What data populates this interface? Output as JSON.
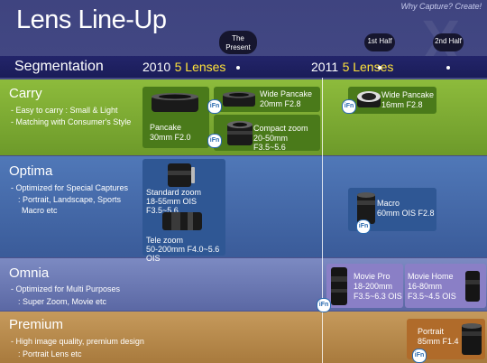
{
  "header": {
    "title": "Lens Line-Up",
    "tagline": "Why Capture? Create!"
  },
  "segmentation": {
    "label": "Segmentation",
    "year_2010": "2010",
    "lenses_2010": "5 Lenses",
    "year_2011": "2011",
    "lenses_2011": "5 Lenses"
  },
  "timeline_markers": {
    "present_line1": "The",
    "present_line2": "Present",
    "first_half": "1st Half",
    "second_half": "2nd Half"
  },
  "categories": {
    "carry": {
      "title": "Carry",
      "lines": [
        "- Easy to carry : Small & Light",
        "- Matching with Consumer's Style"
      ]
    },
    "optima": {
      "title": "Optima",
      "lines": [
        "- Optimized for Special Captures",
        ": Portrait, Landscape, Sports",
        "Macro etc"
      ]
    },
    "omnia": {
      "title": "Omnia",
      "lines": [
        "- Optimized for Multi Purposes",
        ": Super Zoom, Movie etc"
      ]
    },
    "premium": {
      "title": "Premium",
      "lines": [
        "- High image quality, premium design",
        ": Portrait Lens etc"
      ]
    }
  },
  "lenses": {
    "pancake": {
      "name": "Pancake",
      "spec": "30mm F2.0"
    },
    "wide_pancake_20": {
      "name": "Wide Pancake",
      "spec": "20mm F2.8"
    },
    "compact_zoom": {
      "name": "Compact zoom",
      "spec": "20-50mm F3.5~5.6"
    },
    "wide_pancake_16": {
      "name": "Wide Pancake",
      "spec": "16mm F2.8"
    },
    "standard_zoom": {
      "name": "Standard zoom",
      "spec": "18-55mm OIS F3.5~5.6"
    },
    "tele_zoom": {
      "name": "Tele zoom",
      "spec": "50-200mm F4.0~5.6 OIS"
    },
    "macro": {
      "name": "Macro",
      "spec": "60mm OIS F2.8"
    },
    "movie_pro": {
      "name": "Movie Pro",
      "spec1": "18-200mm",
      "spec2": "F3.5~6.3 OIS"
    },
    "movie_home": {
      "name": "Movie Home",
      "spec1": "16-80mm",
      "spec2": "F3.5~4.5 OIS"
    },
    "portrait": {
      "name": "Portrait",
      "spec": "85mm F1.4"
    }
  },
  "badge_label": "iFn",
  "colors": {
    "carry": "#7aab32",
    "optima": "#4468a8",
    "omnia": "#6c78b4",
    "premium": "#b88a4c",
    "accent_yellow": "#ffe23a"
  }
}
